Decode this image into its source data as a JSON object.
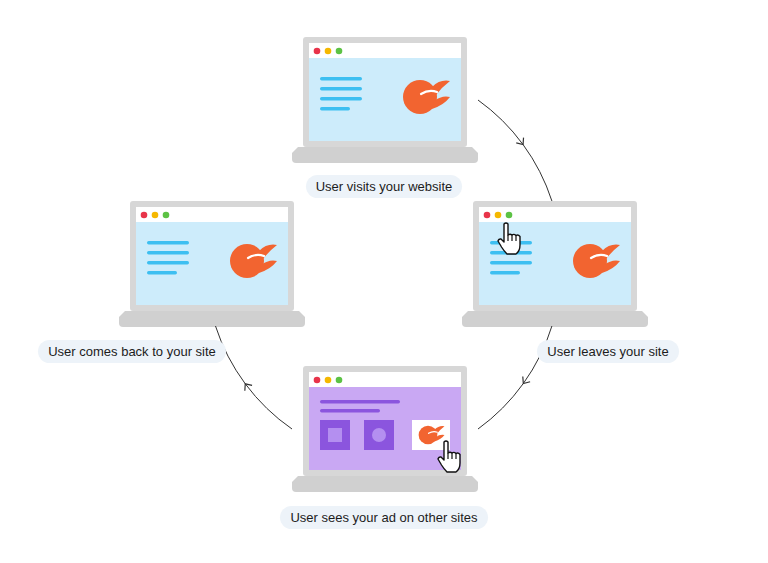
{
  "diagram": {
    "nodes": [
      {
        "text": [
          "User visits your website"
        ]
      },
      {
        "text": [
          "User leaves your site"
        ]
      },
      {
        "text": [
          "User sees your ad on other sites"
        ]
      },
      {
        "text": [
          "User comes back to your site"
        ]
      }
    ],
    "edges": [
      {
        "from": 0,
        "to": 1,
        "arrow": "to"
      },
      {
        "from": 1,
        "to": 2,
        "arrow": "to"
      },
      {
        "from": 2,
        "to": 3,
        "arrow": "to"
      }
    ]
  }
}
